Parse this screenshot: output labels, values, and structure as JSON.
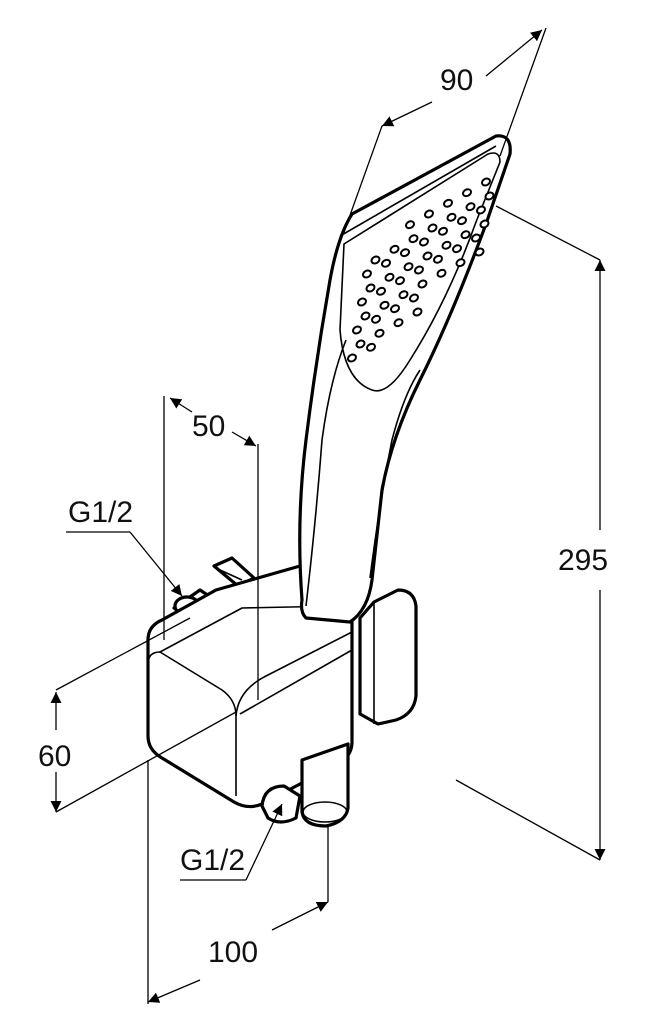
{
  "drawing": {
    "dims": {
      "width_head": "90",
      "depth_holder": "50",
      "height_holder": "60",
      "width_holder": "100",
      "length_total": "295"
    },
    "threads": {
      "top": "G1/2",
      "bottom": "G1/2"
    }
  }
}
